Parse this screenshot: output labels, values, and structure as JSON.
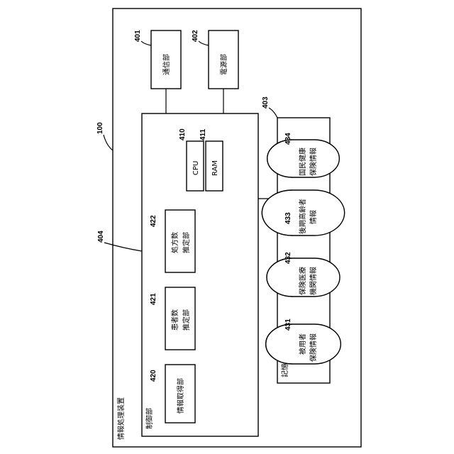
{
  "device": {
    "ref": "100",
    "label": "情報処理装置"
  },
  "comm": {
    "ref": "401",
    "label": "通信部"
  },
  "power": {
    "ref": "402",
    "label": "電源部"
  },
  "storage": {
    "ref": "403",
    "label": "記憶部"
  },
  "control": {
    "ref": "404",
    "label": "制御部"
  },
  "cpu": {
    "ref": "410",
    "label": "CPU"
  },
  "ram": {
    "ref": "411",
    "label": "RAM"
  },
  "acquire": {
    "ref": "420",
    "label": "情報取得部"
  },
  "patients": {
    "ref": "421",
    "label_1": "患者数",
    "label_2": "推定部"
  },
  "prescriptions": {
    "ref": "422",
    "label_1": "処方数",
    "label_2": "推定部"
  },
  "db434": {
    "ref": "434",
    "label_1": "国民健康",
    "label_2": "保険情報"
  },
  "db433": {
    "ref": "433",
    "label_1": "後期高齢者",
    "label_2": "情報"
  },
  "db432": {
    "ref": "432",
    "label_1": "保険医療",
    "label_2": "機関情報"
  },
  "db431": {
    "ref": "431",
    "label_1": "被用者",
    "label_2": "保険情報"
  }
}
